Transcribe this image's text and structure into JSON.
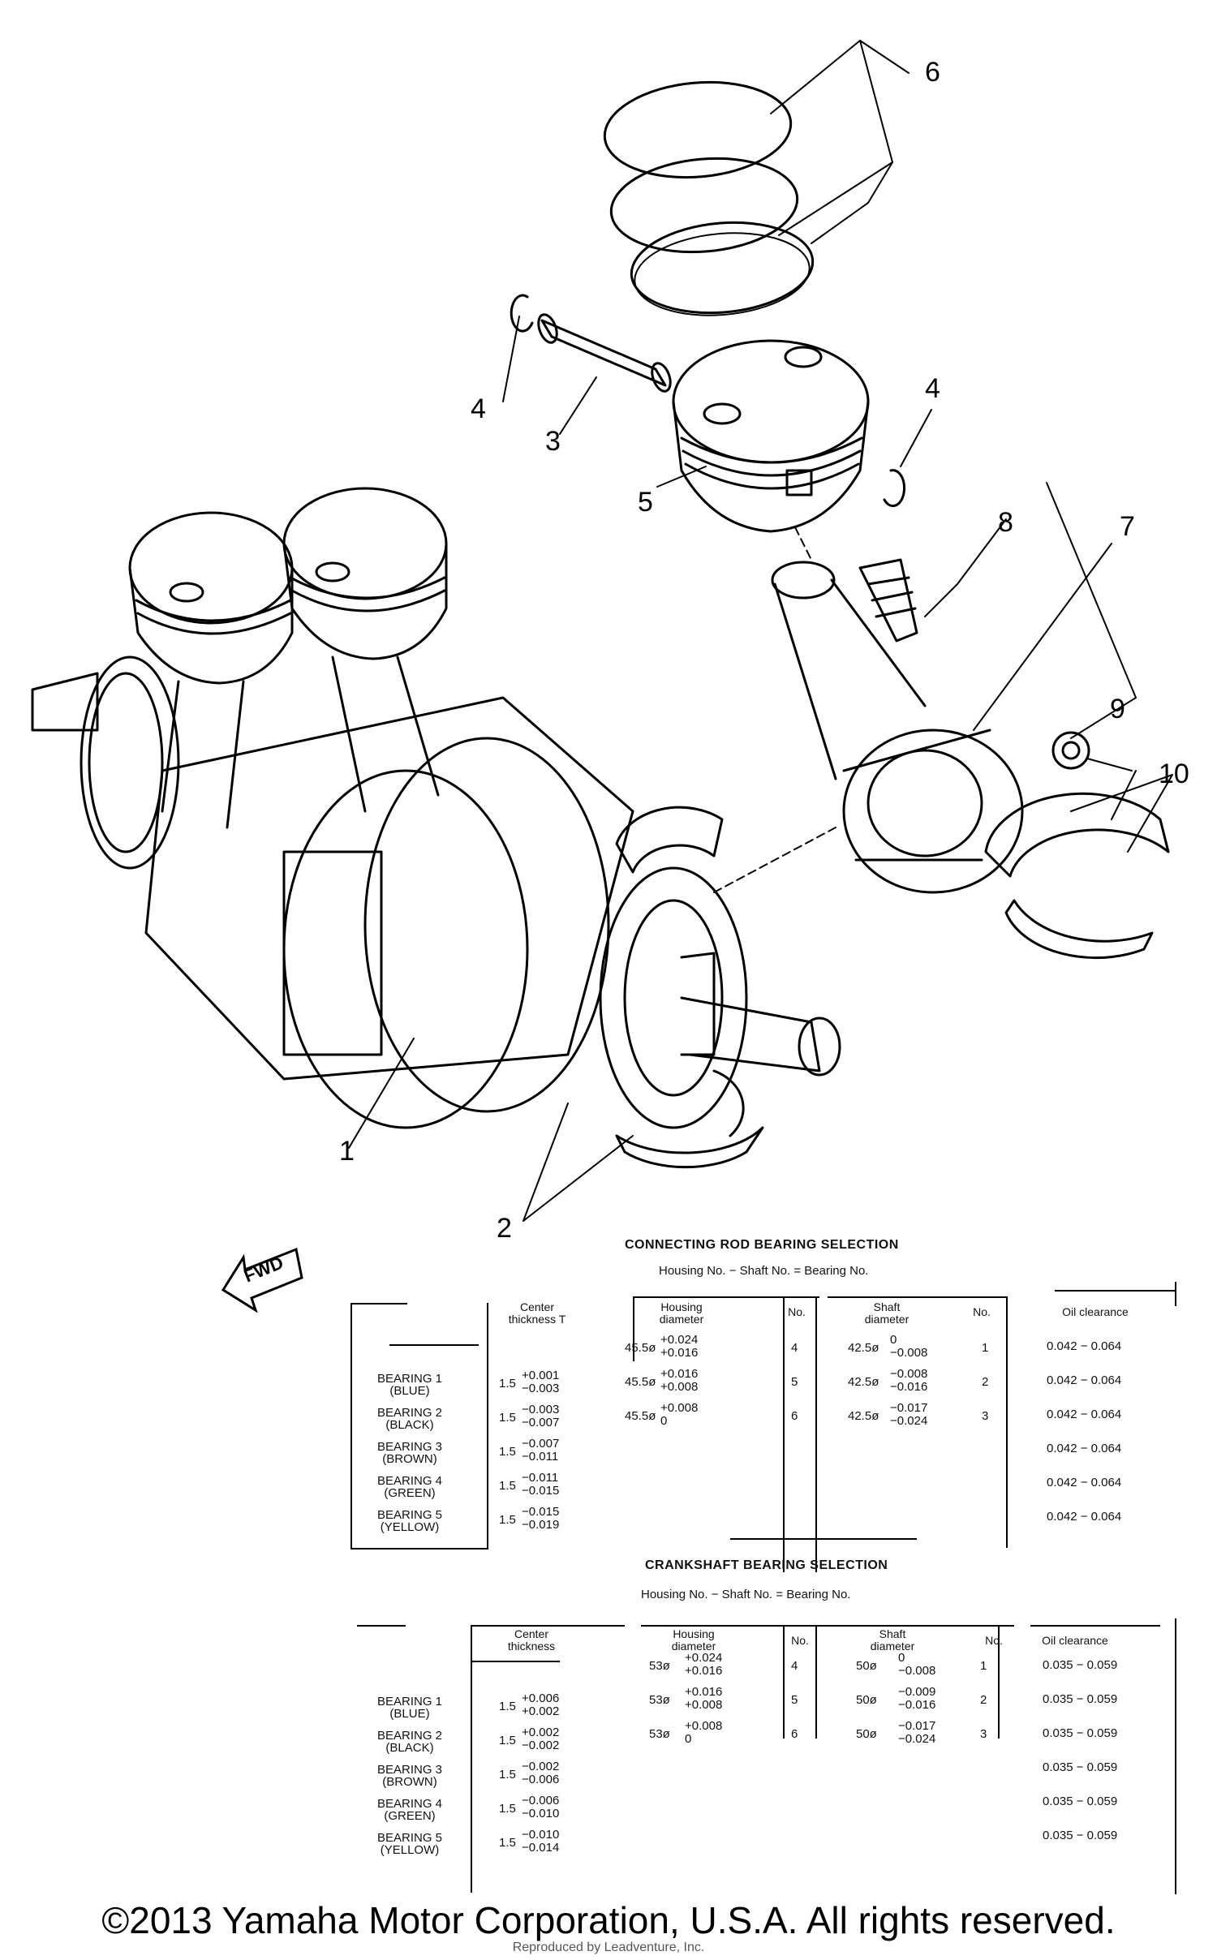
{
  "callouts": [
    "1",
    "2",
    "3",
    "4",
    "4",
    "5",
    "6",
    "7",
    "8",
    "9",
    "10"
  ],
  "fwd_label": "FWD",
  "rod_table": {
    "title": "CONNECTING ROD BEARING SELECTION",
    "subtitle": "Housing No. − Shaft No. = Bearing No.",
    "headers": {
      "thickness": "Center thickness T",
      "housing": "Housing diameter",
      "no": "No.",
      "shaft": "Shaft diameter",
      "clearance": "Oil clearance"
    },
    "bearings": [
      {
        "name": "BEARING 1 (BLUE)",
        "t": "1.5",
        "tol": [
          "+0.001",
          "−0.003"
        ]
      },
      {
        "name": "BEARING 2 (BLACK)",
        "t": "1.5",
        "tol": [
          "−0.003",
          "−0.007"
        ]
      },
      {
        "name": "BEARING 3 (BROWN)",
        "t": "1.5",
        "tol": [
          "−0.007",
          "−0.011"
        ]
      },
      {
        "name": "BEARING 4 (GREEN)",
        "t": "1.5",
        "tol": [
          "−0.011",
          "−0.015"
        ]
      },
      {
        "name": "BEARING 5 (YELLOW)",
        "t": "1.5",
        "tol": [
          "−0.015",
          "−0.019"
        ]
      }
    ],
    "housing": [
      {
        "d": "45.5ø",
        "tol": [
          "+0.024",
          "+0.016"
        ],
        "no": "4"
      },
      {
        "d": "45.5ø",
        "tol": [
          "+0.016",
          "+0.008"
        ],
        "no": "5"
      },
      {
        "d": "45.5ø",
        "tol": [
          "+0.008",
          "0"
        ],
        "no": "6"
      }
    ],
    "shaft": [
      {
        "d": "42.5ø",
        "tol": [
          "0",
          "−0.008"
        ],
        "no": "1"
      },
      {
        "d": "42.5ø",
        "tol": [
          "−0.008",
          "−0.016"
        ],
        "no": "2"
      },
      {
        "d": "42.5ø",
        "tol": [
          "−0.017",
          "−0.024"
        ],
        "no": "3"
      }
    ],
    "clearance": [
      "0.042 − 0.064",
      "0.042 − 0.064",
      "0.042 − 0.064",
      "0.042 − 0.064",
      "0.042 − 0.064",
      "0.042 − 0.064"
    ]
  },
  "crank_table": {
    "title": "CRANKSHAFT BEARING SELECTION",
    "subtitle": "Housing No. − Shaft No. = Bearing No.",
    "headers": {
      "thickness": "Center thickness",
      "housing": "Housing diameter",
      "no": "No.",
      "shaft": "Shaft diameter",
      "clearance": "Oil clearance"
    },
    "bearings": [
      {
        "name": "BEARING 1 (BLUE)",
        "t": "1.5",
        "tol": [
          "+0.006",
          "+0.002"
        ]
      },
      {
        "name": "BEARING 2 (BLACK)",
        "t": "1.5",
        "tol": [
          "+0.002",
          "−0.002"
        ]
      },
      {
        "name": "BEARING 3 (BROWN)",
        "t": "1.5",
        "tol": [
          "−0.002",
          "−0.006"
        ]
      },
      {
        "name": "BEARING 4 (GREEN)",
        "t": "1.5",
        "tol": [
          "−0.006",
          "−0.010"
        ]
      },
      {
        "name": "BEARING 5 (YELLOW)",
        "t": "1.5",
        "tol": [
          "−0.010",
          "−0.014"
        ]
      }
    ],
    "housing": [
      {
        "d": "53ø",
        "tol": [
          "+0.024",
          "+0.016"
        ],
        "no": "4"
      },
      {
        "d": "53ø",
        "tol": [
          "+0.016",
          "+0.008"
        ],
        "no": "5"
      },
      {
        "d": "53ø",
        "tol": [
          "+0.008",
          "0"
        ],
        "no": "6"
      }
    ],
    "shaft": [
      {
        "d": "50ø",
        "tol": [
          "0",
          "−0.008"
        ],
        "no": "1"
      },
      {
        "d": "50ø",
        "tol": [
          "−0.009",
          "−0.016"
        ],
        "no": "2"
      },
      {
        "d": "50ø",
        "tol": [
          "−0.017",
          "−0.024"
        ],
        "no": "3"
      }
    ],
    "clearance": [
      "0.035 − 0.059",
      "0.035 − 0.059",
      "0.035 − 0.059",
      "0.035 − 0.059",
      "0.035 − 0.059",
      "0.035 − 0.059"
    ]
  },
  "copyright": "©2013 Yamaha Motor Corporation, U.S.A. All rights reserved.",
  "watermark": "Reproduced by Leadventure, Inc."
}
